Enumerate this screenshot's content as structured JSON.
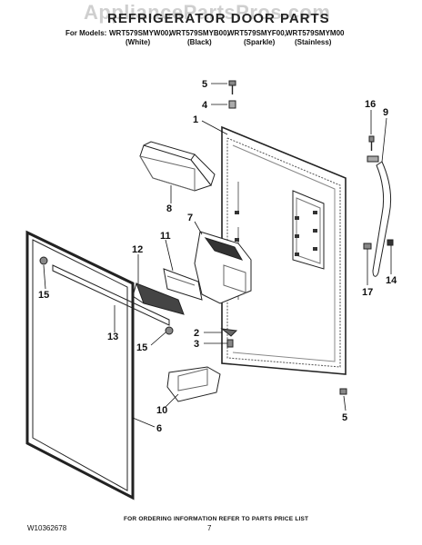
{
  "watermark": "AppliancePartsPros.com",
  "title": "REFRIGERATOR DOOR PARTS",
  "models_label": "For Models:",
  "models": [
    {
      "model": "WRT579SMYW00,",
      "color": "(White)"
    },
    {
      "model": "WRT579SMYB00,",
      "color": "(Black)"
    },
    {
      "model": "WRT579SMYF00,",
      "color": "(Sparkle)"
    },
    {
      "model": "WRT579SMYM00",
      "color": "(Stainless)"
    }
  ],
  "callouts": [
    "5",
    "4",
    "1",
    "16",
    "9",
    "8",
    "7",
    "11",
    "12",
    "15",
    "13",
    "2",
    "3",
    "17",
    "14",
    "15",
    "10",
    "6",
    "5"
  ],
  "footer": "FOR ORDERING INFORMATION REFER TO PARTS PRICE LIST",
  "doc_number": "W10362678",
  "page_number": "7"
}
